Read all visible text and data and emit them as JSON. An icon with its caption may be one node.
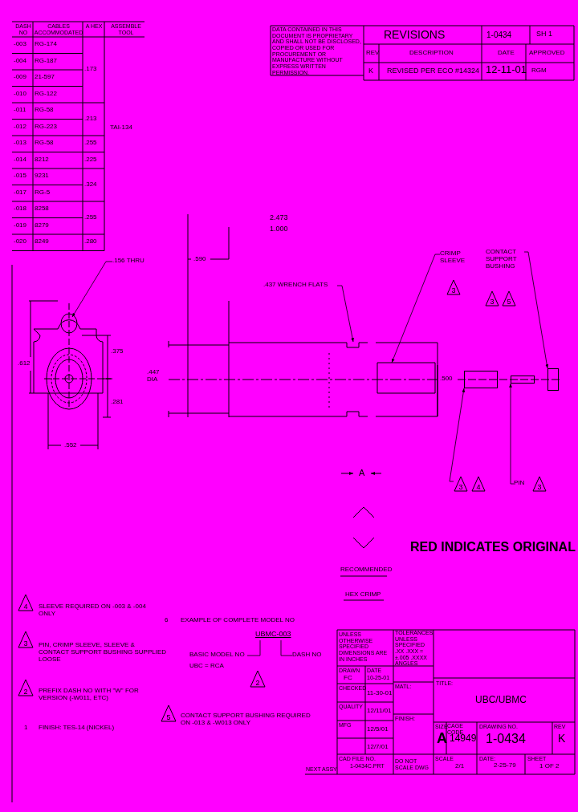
{
  "diagram": {
    "nodes": [
      {
        "text": [
          "CRIMP SLEEVE"
        ]
      },
      {
        "text": [
          "3"
        ]
      },
      {
        "text": [
          "CONTACT SUPPORT BUSHING"
        ]
      },
      {
        "text": [
          "3"
        ]
      },
      {
        "text": [
          "5"
        ]
      },
      {
        "text": [
          ".437 WRENCH FLATS"
        ]
      },
      {
        "text": [
          ".156 THRU"
        ]
      },
      {
        "text": [
          "3"
        ]
      },
      {
        "text": [
          "4"
        ]
      },
      {
        "text": [
          "PIN"
        ]
      },
      {
        "text": [
          "3"
        ]
      },
      {
        "text": [],
        "shape": "box"
      },
      {
        "text": [],
        "shape": "box"
      },
      {
        "text": [],
        "shape": "box"
      },
      {
        "text": [
          "BASIC MODEL NO"
        ]
      },
      {
        "text": [
          "DASH NO"
        ]
      },
      {
        "text": [
          "UBMC-003"
        ]
      },
      {
        "text": [
          "4"
        ]
      },
      {
        "text": [
          "3"
        ]
      },
      {
        "text": [
          "2"
        ]
      },
      {
        "text": [
          "2"
        ]
      },
      {
        "text": [
          "5"
        ]
      }
    ],
    "edges": [
      {
        "from": 0,
        "to": null,
        "arrow": "to"
      },
      {
        "from": 2,
        "to": 13,
        "arrow": "to"
      },
      {
        "from": 5,
        "to": null,
        "arrow": "to"
      },
      {
        "from": 6,
        "to": null,
        "arrow": "to"
      },
      {
        "from": 7,
        "to": 11,
        "arrow": "to"
      },
      {
        "from": 9,
        "to": 12,
        "arrow": "to"
      },
      {
        "from": 14,
        "to": 16,
        "arrow": "none"
      },
      {
        "from": 15,
        "to": 16,
        "arrow": "none"
      }
    ],
    "labels": [
      "DASH NO",
      "CABLES ACCOMMODATED",
      "A HEX",
      "ASSEMBLE TOOL",
      "-003",
      "RG-174",
      "-004",
      "RG-187",
      "-009",
      "21-597",
      "-010",
      "RG-122",
      "-011",
      "RG-58",
      "-012",
      "RG-223",
      "-013",
      "RG-58",
      "-014",
      "8212",
      "-015",
      "9231",
      "-017",
      "RG-5",
      "-018",
      "8258",
      "-019",
      "8279",
      "-020",
      "8249",
      ".173",
      ".213",
      ".255",
      ".225",
      ".324",
      ".255",
      ".280",
      "TAI-134",
      "DATA CONTAINED IN THIS DOCUMENT IS PROPRIETARY AND SHALL NOT BE DISCLOSED, COPIED OR USED FOR PROCUREMENT OR MANUFACTURE WITHOUT EXPRESS WRITTEN PERMISSION.",
      "REVISIONS",
      "1-0434",
      "SH 1",
      "REV",
      "DESCRIPTION",
      "DATE",
      "APPROVED",
      "K",
      "REVISED PER ECO #14324",
      "12-11-01",
      "RGM",
      "2.473",
      "1.000",
      ".590",
      ".612",
      ".375",
      ".281",
      ".552",
      ".447 DIA",
      ".500",
      "A",
      "RECOMMENDED",
      "HEX CRIMP",
      "RED INDICATES ORIGINAL",
      "SLEEVE REQUIRED ON -003 & -004 ONLY",
      "PIN, CRIMP SLEEVE, SLEEVE & CONTACT SUPPORT BUSHING SUPPLIED LOOSE",
      "PREFIX DASH NO WITH \"W\" FOR VERSION (-W011, ETC)",
      "1",
      "FINISH: TES-14 (NICKEL)",
      "6",
      "EXAMPLE OF COMPLETE MODEL NO",
      "UBC = RCA",
      "CONTACT SUPPORT BUSHING REQUIRED ON -013 & -W013 ONLY",
      "UNLESS OTHERWISE SPECIFIED DIMENSIONS ARE IN INCHES",
      "TOLERANCES UNLESS SPECIFIED .XX .XXX = ±.005 .XXXX ANGLES",
      "DRAWN",
      "FC",
      "DATE",
      "10-25-01",
      "CHECKED",
      "11-30-01",
      "QUALITY",
      "12/11/01",
      "MFG",
      "12/5/01",
      "12/7/01",
      "MATL:",
      "FINISH:",
      "TITLE:",
      "UBC/UBMC",
      "SIZE",
      "A",
      "CAGE CODE",
      "14949",
      "DRAWING NO.",
      "1-0434",
      "REV",
      "K",
      "NEXT ASSY",
      "CAD FILE NO.",
      "1-0434C.PRT",
      "DO NOT SCALE DWG",
      "SCALE",
      "2/1",
      "DATE:",
      "2-25-79",
      "SHEET",
      "1 OF 2"
    ]
  }
}
